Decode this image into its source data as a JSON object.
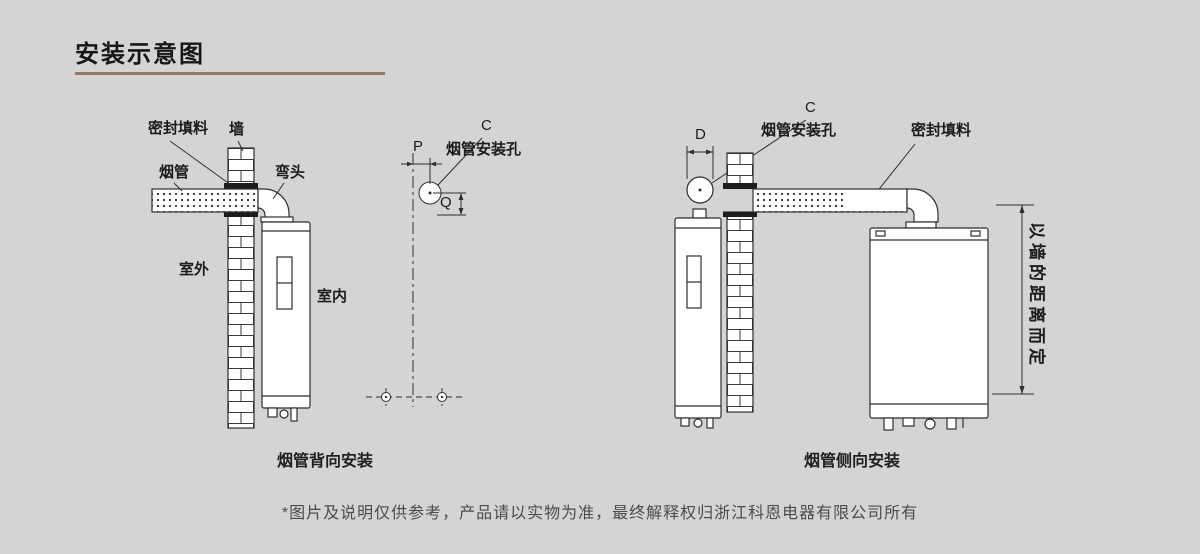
{
  "page": {
    "title": "安装示意图",
    "footer": "*图片及说明仅供参考，产品请以实物为准，最终解释权归浙江科恩电器有限公司所有",
    "bg_color": "#d4d4d4",
    "accent_color": "#8d7a66",
    "line_color": "#2e2e2e"
  },
  "diagram_left": {
    "caption": "烟管背向安装",
    "labels": {
      "seal": "密封填料",
      "wall": "墙",
      "pipe": "烟管",
      "elbow": "弯头",
      "outdoor": "室外",
      "indoor": "室内"
    }
  },
  "hole_detail": {
    "dim_c": "C",
    "dim_p": "P",
    "dim_q": "Q",
    "hole_label": "烟管安装孔"
  },
  "diagram_right": {
    "caption": "烟管侧向安装",
    "dim_c": "C",
    "dim_d": "D",
    "labels": {
      "hole": "烟管安装孔",
      "seal": "密封填料",
      "distance_note": "以墙的距离而定"
    }
  }
}
